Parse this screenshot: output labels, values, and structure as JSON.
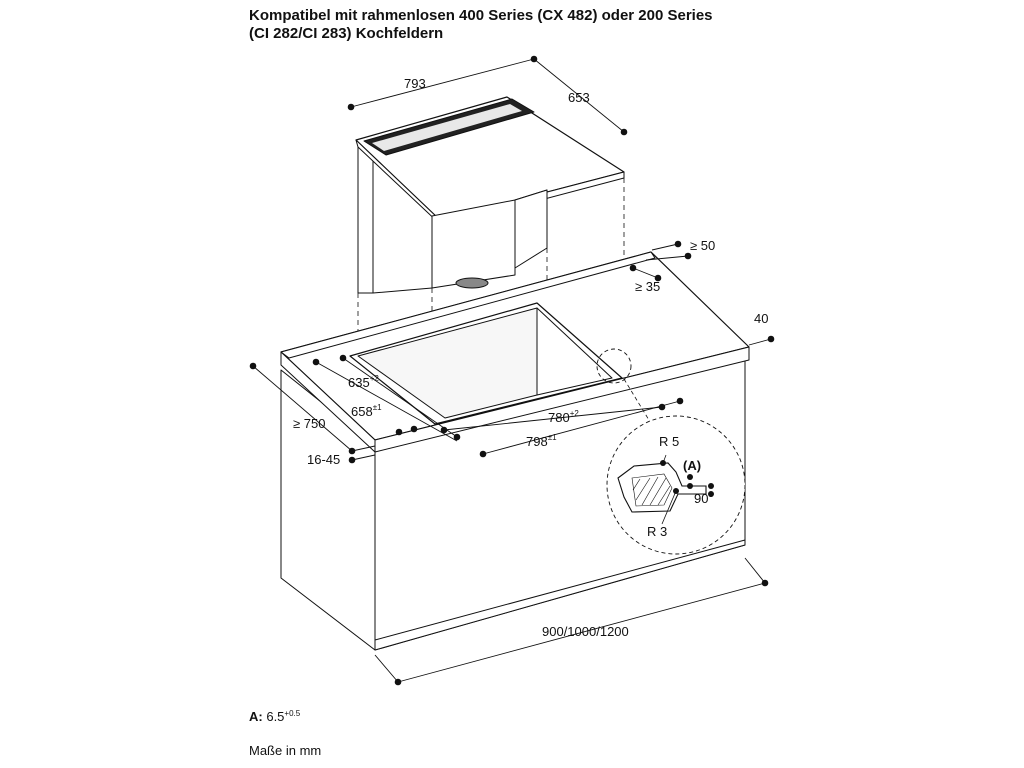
{
  "title": {
    "line1": "Kompatibel mit rahmenlosen 400 Series (CX 482) oder 200 Series",
    "line2": "(CI 282/CI 283) Kochfeldern"
  },
  "dimensions": {
    "d793": "793",
    "d653": "653",
    "d50": "≥ 50",
    "d35": "≥ 35",
    "d40": "40",
    "d635": "635",
    "d635_tol": "+2",
    "d658": "658",
    "d658_tol": "±1",
    "d780": "780",
    "d780_tol": "+2",
    "d798": "798",
    "d798_tol": "±1",
    "d750": "≥ 750",
    "d1645": "16-45",
    "d_width": "900/1000/1200"
  },
  "detail": {
    "r5": "R 5",
    "a": "(A)",
    "angle": "90",
    "deg": "o",
    "r3": "R 3"
  },
  "footer": {
    "a_label": "A:",
    "a_value": "6.5",
    "a_tol": "+0.5",
    "units": "Maße in mm"
  }
}
